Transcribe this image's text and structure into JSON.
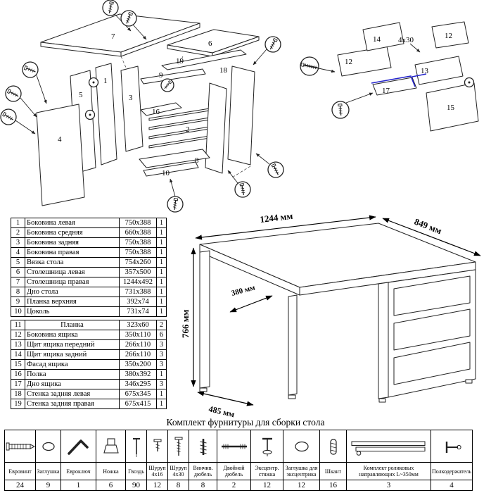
{
  "title": "Комплект фурнитуры для сборки стола",
  "exploded_desk": {
    "labels": {
      "p1": "1",
      "p2": "2",
      "p3": "3",
      "p4": "4",
      "p5": "5",
      "p6": "6",
      "p7": "7",
      "p8": "8",
      "p9": "9",
      "p10": "10",
      "p16": "16",
      "p18": "18",
      "p19": "19"
    }
  },
  "exploded_drawer": {
    "labels": {
      "p12a": "12",
      "p12b": "12",
      "p13": "13",
      "p14": "14",
      "p15": "15",
      "p17": "17"
    },
    "screw_note": "4x30"
  },
  "dims": {
    "width": "1244 мм",
    "depth": "849 мм",
    "height": "766 мм",
    "inner": "380 мм",
    "side": "485 мм"
  },
  "parts_table": {
    "rows_a": [
      {
        "n": "1",
        "name": "Боковина левая",
        "size": "750x388",
        "qty": "1"
      },
      {
        "n": "2",
        "name": "Боковина средняя",
        "size": "660x388",
        "qty": "1"
      },
      {
        "n": "3",
        "name": "Боковина задняя",
        "size": "750x388",
        "qty": "1"
      },
      {
        "n": "4",
        "name": "Боковина правая",
        "size": "750x388",
        "qty": "1"
      },
      {
        "n": "5",
        "name": "Вязка стола",
        "size": "754x260",
        "qty": "1"
      },
      {
        "n": "6",
        "name": "Столешница левая",
        "size": "357x500",
        "qty": "1"
      },
      {
        "n": "7",
        "name": "Столешница правая",
        "size": "1244x492",
        "qty": "1"
      },
      {
        "n": "8",
        "name": "Дно стола",
        "size": "731x388",
        "qty": "1"
      },
      {
        "n": "9",
        "name": "Планка верхняя",
        "size": "392x74",
        "qty": "1"
      },
      {
        "n": "10",
        "name": "Цоколь",
        "size": "731x74",
        "qty": "1"
      }
    ],
    "rows_b": [
      {
        "n": "11",
        "name": "Планка",
        "size": "323x60",
        "qty": "2"
      },
      {
        "n": "12",
        "name": "Боковина ящика",
        "size": "350x110",
        "qty": "6"
      },
      {
        "n": "13",
        "name": "Щит ящика передний",
        "size": "266x110",
        "qty": "3"
      },
      {
        "n": "14",
        "name": "Щит ящика задний",
        "size": "266x110",
        "qty": "3"
      },
      {
        "n": "15",
        "name": "Фасад ящика",
        "size": "350x200",
        "qty": "3"
      },
      {
        "n": "16",
        "name": "Полка",
        "size": "380x392",
        "qty": "1"
      },
      {
        "n": "17",
        "name": "Дно ящика",
        "size": "346x295",
        "qty": "3"
      },
      {
        "n": "18",
        "name": "Стенка задняя левая",
        "size": "675x345",
        "qty": "1"
      },
      {
        "n": "19",
        "name": "Стенка задняя правая",
        "size": "675x415",
        "qty": "1"
      }
    ]
  },
  "hardware": {
    "items": [
      {
        "name": "Евровинт",
        "qty": "24",
        "icon": "euroscrew-icon"
      },
      {
        "name": "Заглушка",
        "qty": "9",
        "icon": "cap-icon"
      },
      {
        "name": "Евроключ",
        "qty": "1",
        "icon": "hexkey-icon"
      },
      {
        "name": "Ножка",
        "qty": "6",
        "icon": "leg-icon"
      },
      {
        "name": "Гвоздь",
        "qty": "90",
        "icon": "nail-icon"
      },
      {
        "name": "Шуруп 4x16",
        "qty": "12",
        "icon": "screw-4x16-icon"
      },
      {
        "name": "Шуруп 4x30",
        "qty": "8",
        "icon": "screw-4x30-icon"
      },
      {
        "name": "Винчив. дюбель",
        "qty": "8",
        "icon": "screw-dowel-icon"
      },
      {
        "name": "Двойной дюбель",
        "qty": "2",
        "icon": "double-dowel-icon"
      },
      {
        "name": "Эксцентр. стяжка",
        "qty": "12",
        "icon": "cam-bolt-icon"
      },
      {
        "name": "Заглушка для эксцентрика",
        "qty": "12",
        "icon": "cam-cap-icon"
      },
      {
        "name": "Шкант",
        "qty": "16",
        "icon": "dowel-icon"
      },
      {
        "name": "Комплект роликовых направляющих L~350мм",
        "qty": "3",
        "icon": "drawer-slides-icon"
      },
      {
        "name": "Полкодержатель",
        "qty": "4",
        "icon": "shelf-pin-icon"
      }
    ]
  }
}
